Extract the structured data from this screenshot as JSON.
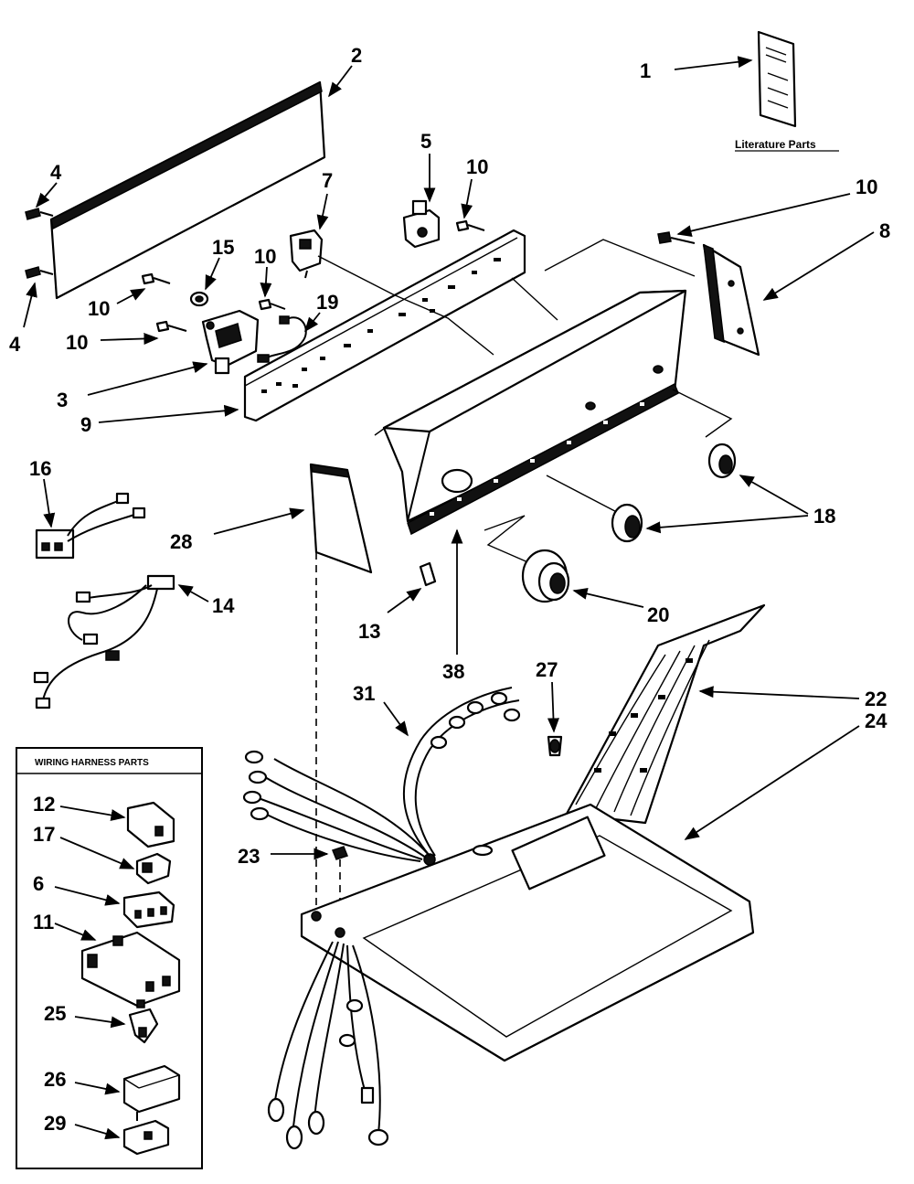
{
  "literature": {
    "caption": "Literature Parts"
  },
  "harness_box": {
    "title": "WIRING HARNESS PARTS"
  },
  "callouts": {
    "c1": "1",
    "c2": "2",
    "c3": "3",
    "c4a": "4",
    "c4b": "4",
    "c5": "5",
    "c6": "6",
    "c7": "7",
    "c8": "8",
    "c9": "9",
    "c10a": "10",
    "c10b": "10",
    "c10c": "10",
    "c10d": "10",
    "c10e": "10",
    "c11": "11",
    "c12": "12",
    "c13": "13",
    "c14": "14",
    "c15": "15",
    "c16": "16",
    "c17": "17",
    "c18": "18",
    "c19": "19",
    "c20": "20",
    "c22": "22",
    "c23": "23",
    "c24": "24",
    "c25": "25",
    "c26": "26",
    "c27": "27",
    "c28": "28",
    "c29": "29",
    "c31": "31",
    "c38": "38"
  }
}
